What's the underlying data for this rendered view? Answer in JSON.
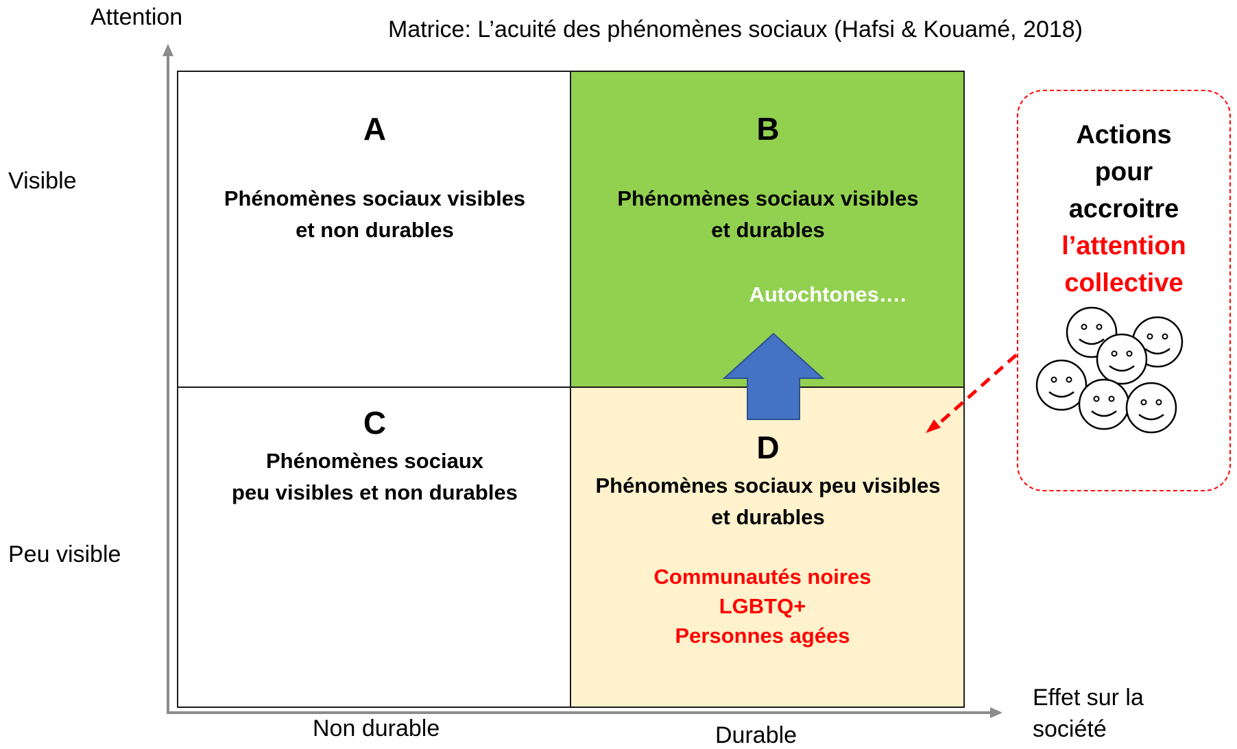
{
  "title": "Matrice: L’acuité des phénomènes sociaux (Hafsi & Kouamé, 2018)",
  "axes": {
    "y_title": "Attention",
    "y_high": "Visible",
    "y_low": "Peu visible",
    "x_title_line1": "Effet sur la",
    "x_title_line2": "société",
    "x_left": "Non durable",
    "x_right": "Durable"
  },
  "quadrants": {
    "a": {
      "letter": "A",
      "line1": "Phénomènes sociaux visibles",
      "line2": "et non durables",
      "fill": "#ffffff"
    },
    "b": {
      "letter": "B",
      "line1": "Phénomènes sociaux visibles",
      "line2": "et durables",
      "example": "Autochtones….",
      "fill": "#92d050"
    },
    "c": {
      "letter": "C",
      "line1": "Phénomènes sociaux",
      "line2": "peu visibles et non durables",
      "fill": "#ffffff"
    },
    "d": {
      "letter": "D",
      "line1": "Phénomènes sociaux peu visibles",
      "line2": "et durables",
      "examples": [
        "Communautés noires",
        "LGBTQ+",
        "Personnes agées"
      ],
      "fill": "#fff2cc"
    }
  },
  "actions": {
    "line1": "Actions",
    "line2": "pour",
    "line3": "accroitre",
    "line4": "l’attention",
    "line5": "collective",
    "faces_icon": "group-of-smiley-faces-icon"
  },
  "colors": {
    "accent_red": "#ff0000",
    "arrow_blue": "#4472c4",
    "axis_gray": "#8c8c8c"
  }
}
